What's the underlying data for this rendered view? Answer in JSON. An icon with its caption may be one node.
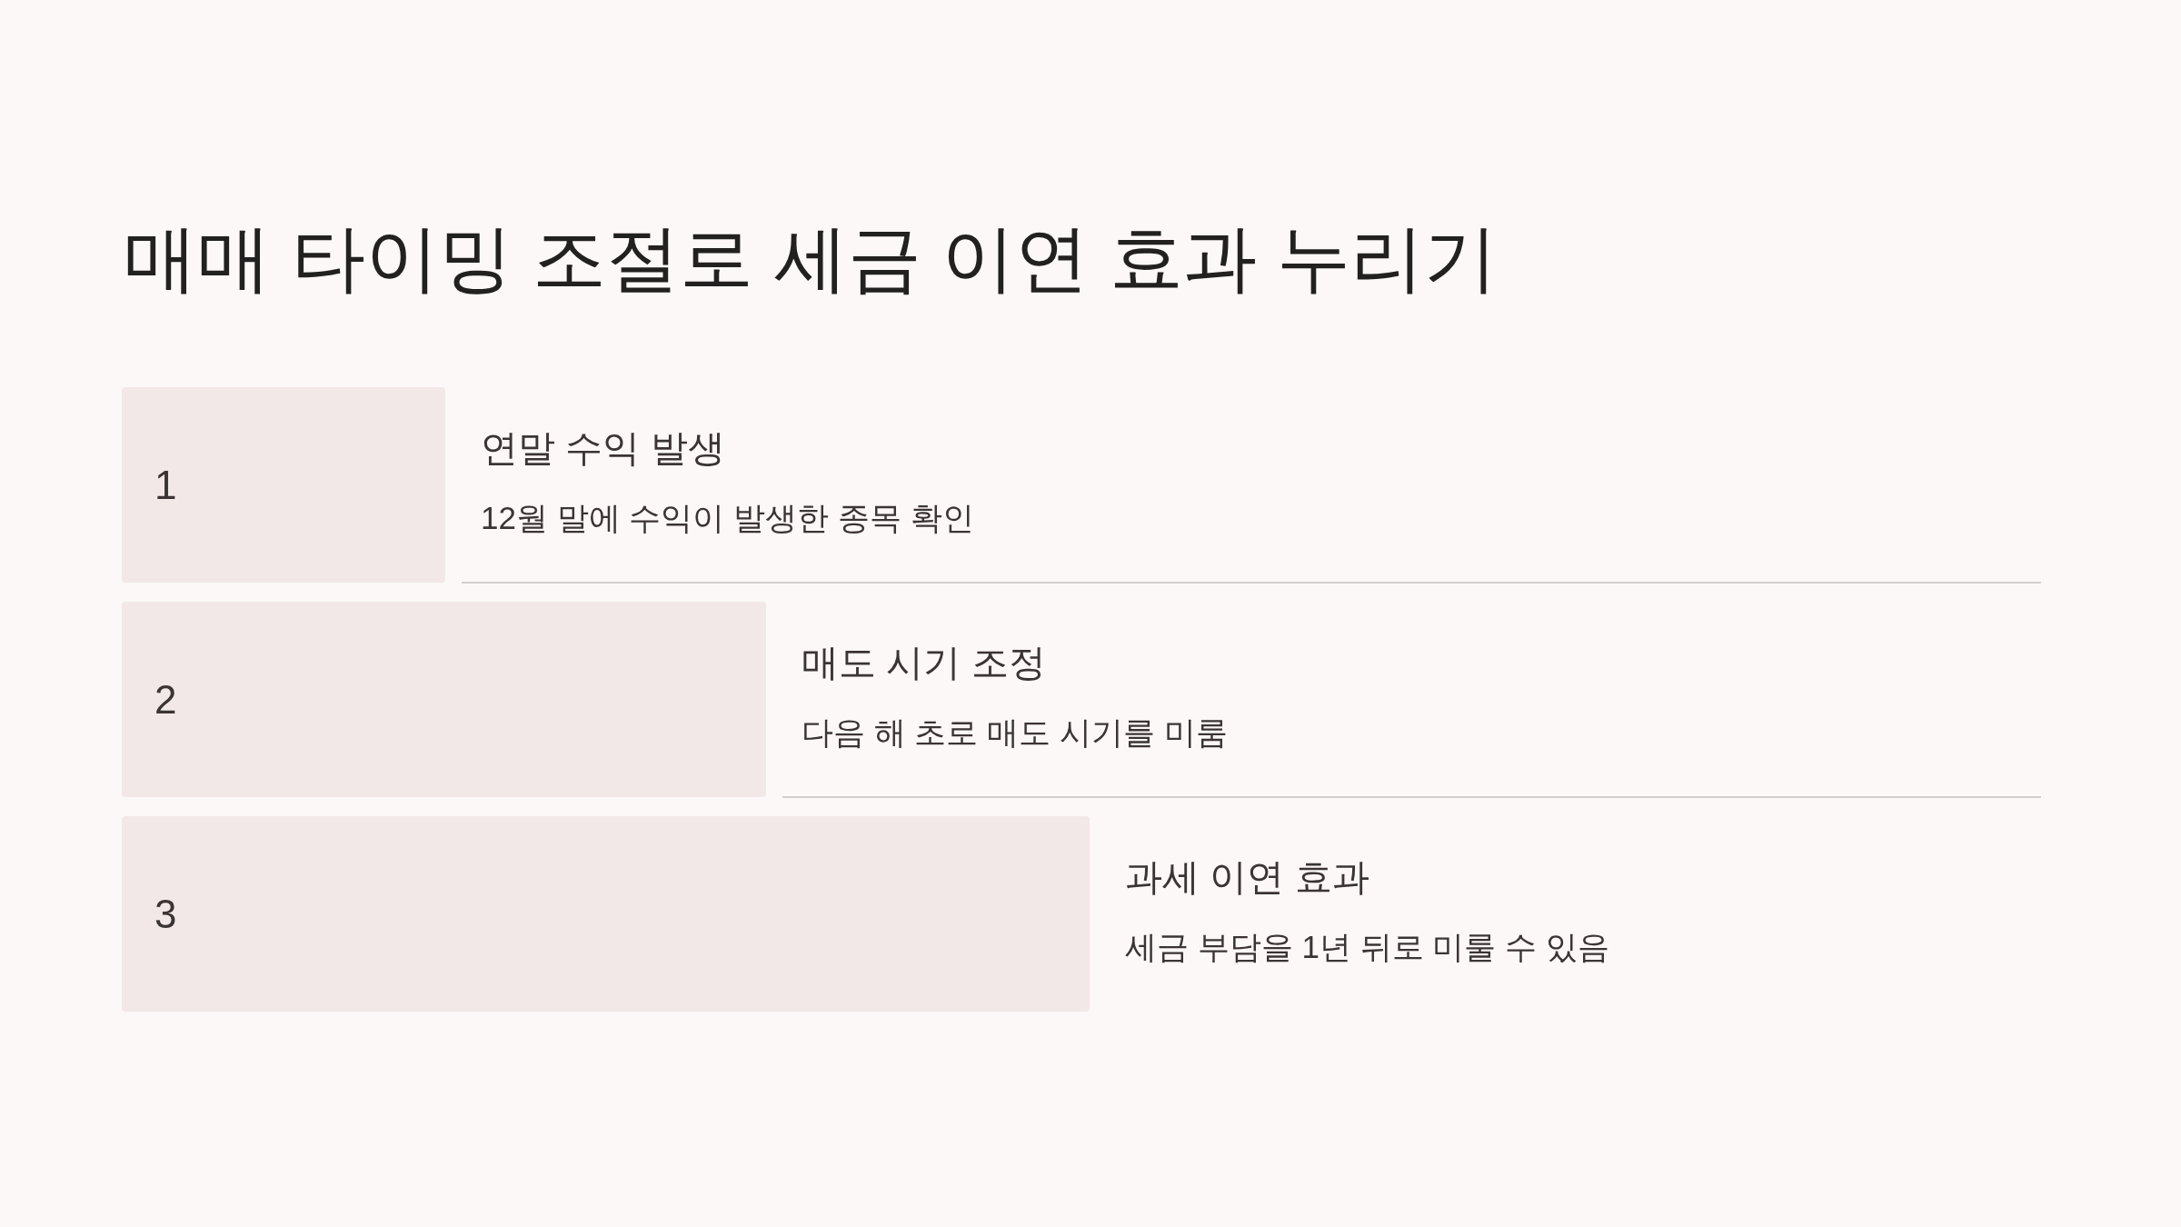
{
  "diagram": {
    "title": "매매 타이밍 조절로 세금 이연 효과 누리기",
    "nodes": [
      {
        "text": [
          "1"
        ],
        "beside": [
          "연말 수익 발생",
          "12월 말에 수익이 발생한 종목 확인"
        ]
      },
      {
        "text": [
          "2"
        ],
        "beside": [
          "매도 시기 조정",
          "다음 해 초로 매도 시기를 미룸"
        ]
      },
      {
        "text": [
          "3"
        ],
        "beside": [
          "과세 이연 효과",
          "세금 부담을 1년 뒤로 미룰 수 있음"
        ]
      }
    ]
  }
}
